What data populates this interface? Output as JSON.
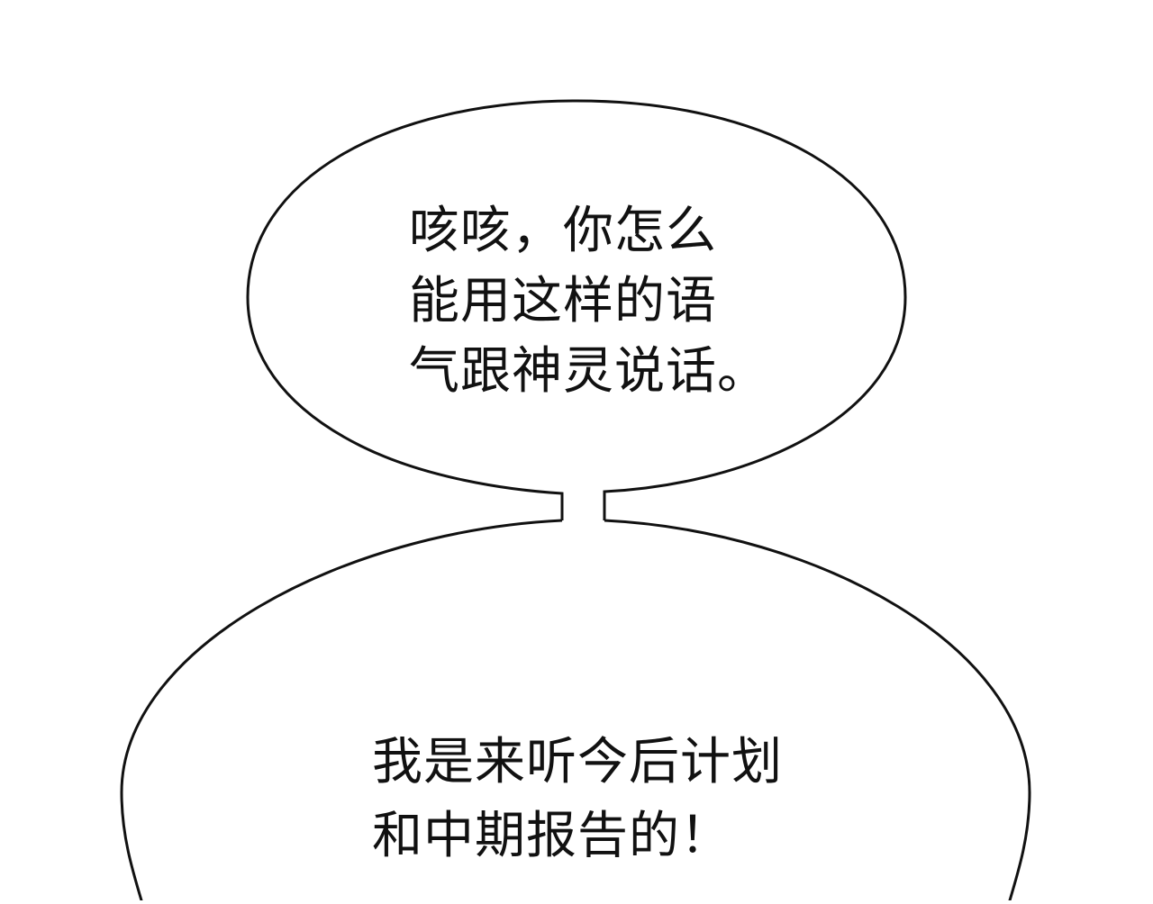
{
  "scene": {
    "background_color": "#ffffff",
    "outline_color": "#111111",
    "text_color": "#111111"
  },
  "bubbles": [
    {
      "id": "top",
      "lines": [
        "咳咳，你怎么",
        "能用这样的语",
        "气跟神灵说话。"
      ]
    },
    {
      "id": "bottom",
      "lines": [
        "我是来听今后计划",
        "和中期报告的！"
      ]
    }
  ]
}
